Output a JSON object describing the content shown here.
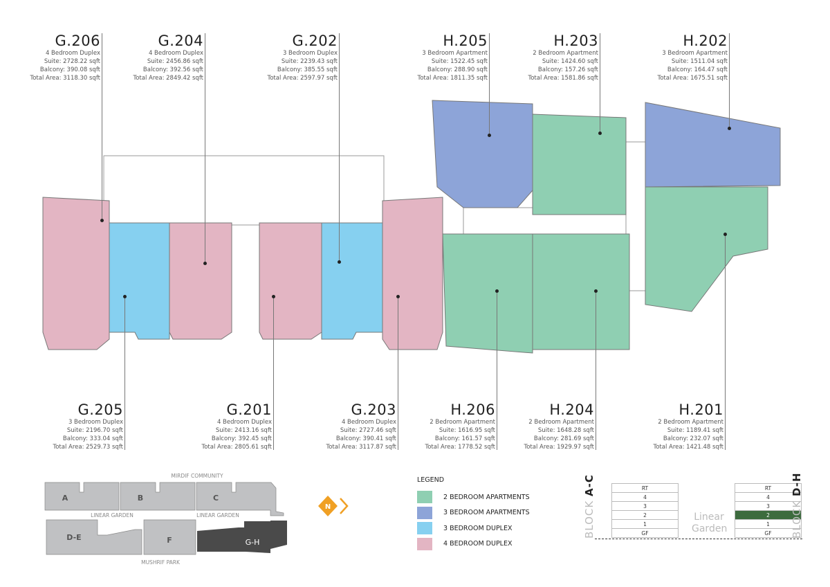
{
  "units": [
    {
      "id": "G.206",
      "type": "4 Bedroom Duplex",
      "suite": "Suite: 2728.22 sqft",
      "balcony": "Balcony: 390.08 sqft",
      "total": "Total Area: 3118.30 sqft",
      "category": "4br_duplex"
    },
    {
      "id": "G.204",
      "type": "4 Bedroom Duplex",
      "suite": "Suite: 2456.86 sqft",
      "balcony": "Balcony: 392.56 sqft",
      "total": "Total Area: 2849.42 sqft",
      "category": "4br_duplex"
    },
    {
      "id": "G.202",
      "type": "3 Bedroom Duplex",
      "suite": "Suite: 2239.43 sqft",
      "balcony": "Balcony: 385.55 sqft",
      "total": "Total Area: 2597.97 sqft",
      "category": "3br_duplex"
    },
    {
      "id": "H.205",
      "type": "3 Bedroom Apartment",
      "suite": "Suite: 1522.45 sqft",
      "balcony": "Balcony: 288.90 sqft",
      "total": "Total Area: 1811.35 sqft",
      "category": "3br_apt"
    },
    {
      "id": "H.203",
      "type": "2 Bedroom Apartment",
      "suite": "Suite: 1424.60 sqft",
      "balcony": "Balcony: 157.26 sqft",
      "total": "Total Area: 1581.86 sqft",
      "category": "2br_apt"
    },
    {
      "id": "H.202",
      "type": "3 Bedroom Apartment",
      "suite": "Suite: 1511.04 sqft",
      "balcony": "Balcony: 164.47 sqft",
      "total": "Total Area: 1675.51 sqft",
      "category": "3br_apt"
    },
    {
      "id": "G.205",
      "type": "3 Bedroom Duplex",
      "suite": "Suite: 2196.70 sqft",
      "balcony": "Balcony: 333.04 sqft",
      "total": "Total Area: 2529.73 sqft",
      "category": "3br_duplex"
    },
    {
      "id": "G.201",
      "type": "4 Bedroom Duplex",
      "suite": "Suite: 2413.16 sqft",
      "balcony": "Balcony: 392.45 sqft",
      "total": "Total Area: 2805.61 sqft",
      "category": "4br_duplex"
    },
    {
      "id": "G.203",
      "type": "4 Bedroom Duplex",
      "suite": "Suite: 2727.46 sqft",
      "balcony": "Balcony: 390.41 sqft",
      "total": "Total Area: 3117.87 sqft",
      "category": "4br_duplex"
    },
    {
      "id": "H.206",
      "type": "2 Bedroom Apartment",
      "suite": "Suite: 1616.95 sqft",
      "balcony": "Balcony: 161.57 sqft",
      "total": "Total Area: 1778.52 sqft",
      "category": "2br_apt"
    },
    {
      "id": "H.204",
      "type": "2 Bedroom Apartment",
      "suite": "Suite: 1648.28 sqft",
      "balcony": "Balcony: 281.69 sqft",
      "total": "Total Area: 1929.97 sqft",
      "category": "2br_apt"
    },
    {
      "id": "H.201",
      "type": "2 Bedroom Apartment",
      "suite": "Suite: 1189.41 sqft",
      "balcony": "Balcony: 232.07 sqft",
      "total": "Total Area: 1421.48 sqft",
      "category": "2br_apt"
    }
  ],
  "colors": {
    "2br_apt": "#8fcfb2",
    "3br_apt": "#8da4d8",
    "3br_duplex": "#86d0f0",
    "4br_duplex": "#e3b5c3",
    "highlight_floor": "#3d6b3e",
    "selected_block": "#4a4a4a",
    "other_block": "#c0c1c3",
    "north": "#f0a024"
  },
  "legend": {
    "title": "LEGEND",
    "items": [
      {
        "label": "2 BEDROOM APARTMENTS",
        "category": "2br_apt"
      },
      {
        "label": "3 BEDROOM APARTMENTS",
        "category": "3br_apt"
      },
      {
        "label": "3 BEDROOM DUPLEX",
        "category": "3br_duplex"
      },
      {
        "label": "4 BEDROOM DUPLEX",
        "category": "4br_duplex"
      }
    ]
  },
  "site_map": {
    "top_label": "MIRDIF COMMUNITY",
    "bottom_label": "MUSHRIF PARK",
    "garden_left": "LINEAR GARDEN",
    "garden_right": "LINEAR GARDEN",
    "blocks": [
      "A",
      "B",
      "C",
      "D-E",
      "F",
      "G-H"
    ],
    "selected": "G-H",
    "north": "N",
    "north_icon": "north-arrow-icon"
  },
  "floors": {
    "block_left": {
      "prefix": "BLOCK ",
      "name": "A-C"
    },
    "block_right": {
      "prefix": "BLOCK ",
      "name": "D-H"
    },
    "levels": [
      "RT",
      "4",
      "3",
      "2",
      "1",
      "GF"
    ],
    "current": "2",
    "middle": "Linear Garden"
  }
}
